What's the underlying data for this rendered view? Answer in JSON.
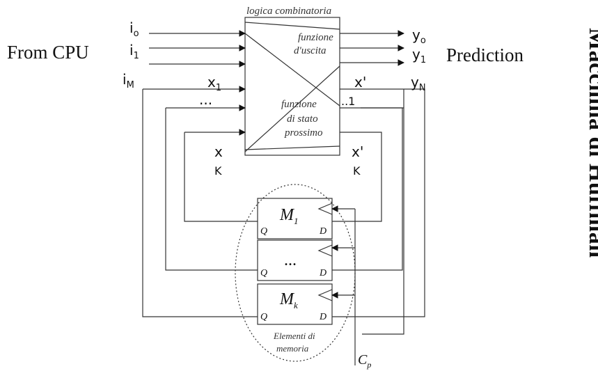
{
  "title": "Macchina di Huffman",
  "left_label": "From CPU",
  "right_label": "Prediction",
  "block": {
    "header": "logica combinatoria",
    "output_function": [
      "funzione",
      "d'uscita"
    ],
    "next_state_function": [
      "funzione",
      "di stato",
      "prossimo"
    ]
  },
  "inputs": {
    "i0": "i",
    "i0_sub": "o",
    "i1": "i",
    "i1_sub": "1",
    "iM": "i",
    "iM_sub": "M"
  },
  "outputs": {
    "y0": "y",
    "y0_sub": "o",
    "y1": "y",
    "y1_sub": "1",
    "yN": "y",
    "yN_sub": "N"
  },
  "state_in": {
    "x1": "x",
    "x1_sub": "1",
    "dots": "...",
    "xk_top": "x",
    "xk_bottom": "K"
  },
  "state_out": {
    "x1p": "x'",
    "x1p_sub": "..1",
    "xkp_top": "x'",
    "xkp_bottom": "K"
  },
  "memory": {
    "m1": "M",
    "m1_sub": "1",
    "m_mid": "...",
    "mk": "M",
    "mk_sub": "k",
    "q": "Q",
    "d": "D",
    "group_label": [
      "Elementi di",
      "memoria"
    ]
  },
  "clock": {
    "label": "C",
    "sub": "p"
  }
}
